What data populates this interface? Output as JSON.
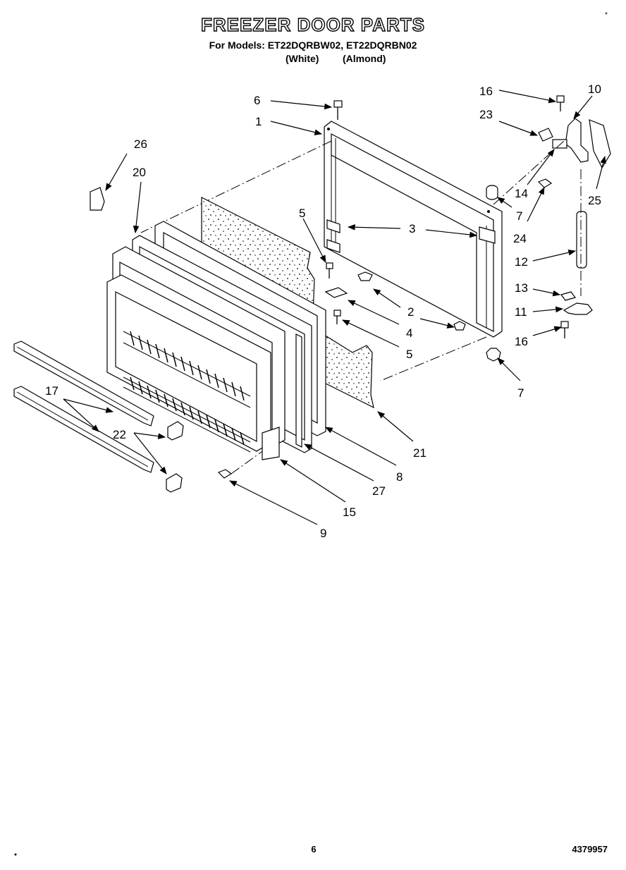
{
  "header": {
    "title": "FREEZER DOOR PARTS",
    "subtitle": "For Models: ET22DQRBW02, ET22DQRBN02",
    "variant_white": "(White)",
    "variant_almond": "(Almond)"
  },
  "callouts": {
    "c1": "1",
    "c2": "2",
    "c3": "3",
    "c4": "4",
    "c5a": "5",
    "c5b": "5",
    "c6": "6",
    "c7a": "7",
    "c7b": "7",
    "c8": "8",
    "c9": "9",
    "c10": "10",
    "c11": "11",
    "c12": "12",
    "c13": "13",
    "c14": "14",
    "c15": "15",
    "c16a": "16",
    "c16b": "16",
    "c17": "17",
    "c20": "20",
    "c21": "21",
    "c22": "22",
    "c23": "23",
    "c24": "24",
    "c25": "25",
    "c26": "26",
    "c27": "27"
  },
  "footer": {
    "page_number": "6",
    "doc_number": "4379957"
  }
}
